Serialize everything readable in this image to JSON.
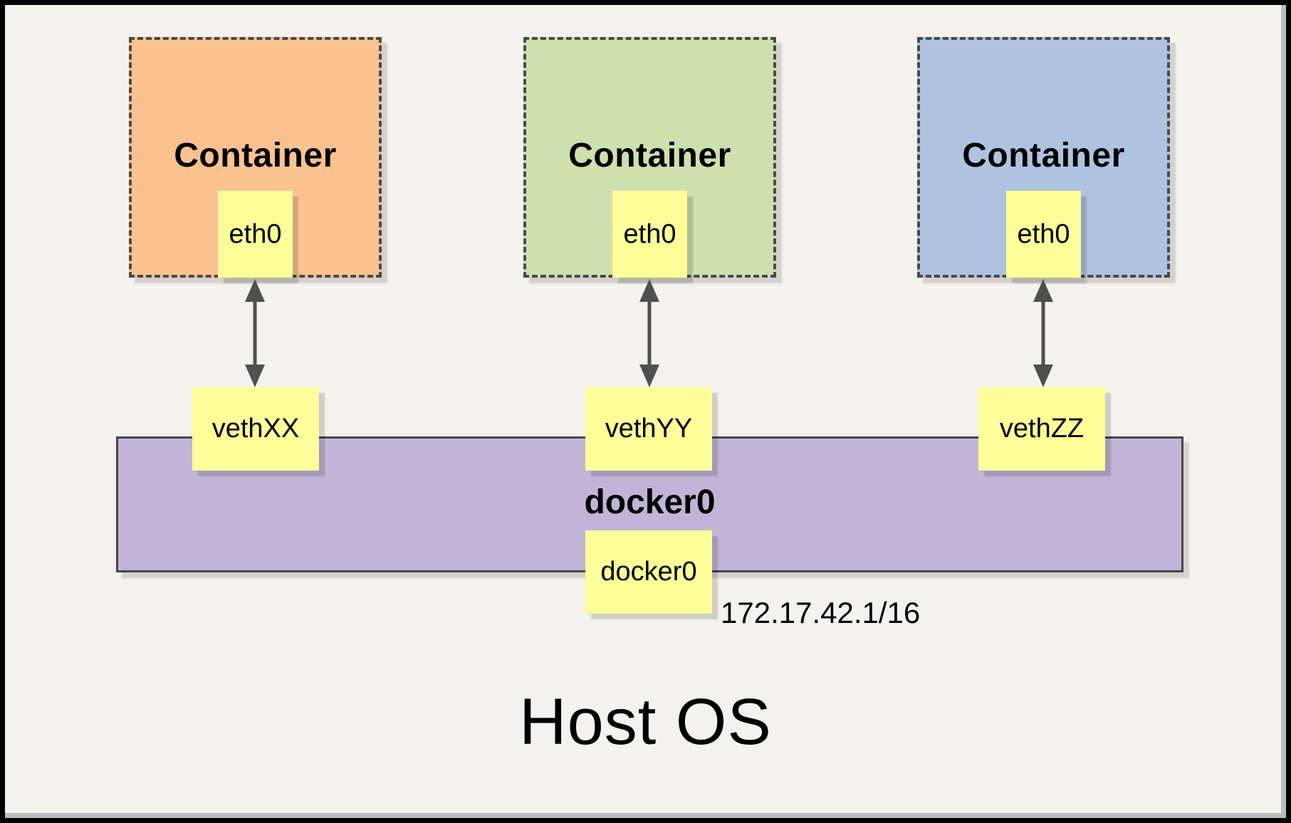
{
  "diagram": {
    "background": "#f4f2ed",
    "frame_color": "#000000",
    "node_fill": "#fdfd99",
    "arrow_color": "#4f4f4f",
    "dash_color": "#4a4a4a",
    "containers": [
      {
        "label": "Container",
        "interface": "eth0",
        "fill": "#fac28f"
      },
      {
        "label": "Container",
        "interface": "eth0",
        "fill": "#cee0ad"
      },
      {
        "label": "Container",
        "interface": "eth0",
        "fill": "#aec3e0"
      }
    ],
    "veths": [
      {
        "label": "vethXX"
      },
      {
        "label": "vethYY"
      },
      {
        "label": "vethZZ"
      }
    ],
    "bridge": {
      "label": "docker0",
      "fill": "#c2b4d6",
      "interface": {
        "label": "docker0",
        "ip": "172.17.42.1/16"
      }
    },
    "host": {
      "label": "Host OS"
    }
  }
}
